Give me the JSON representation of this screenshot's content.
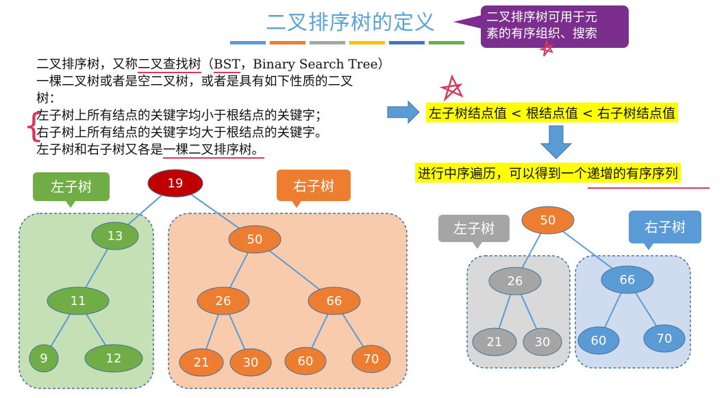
{
  "title": "二叉排序树的定义",
  "callout": {
    "line1": "二叉排序树可用于元",
    "line2": "素的有序组织、搜索"
  },
  "definition": {
    "l1_a": "二叉排序树，又称",
    "l1_b": "二叉查找树",
    "l1_c": "（",
    "l1_d": "BST",
    "l1_e": "，Binary Search Tree）",
    "l2": "一棵二叉树或者是空二叉树，或者是具有如下性质的二叉",
    "l3": "树：",
    "l4": "左子树上所有结点的关键字均小于根结点的关键字；",
    "l5": "右子树上所有结点的关键字均大于根结点的关键字。",
    "l6_a": "左子树和右子树又各是",
    "l6_b": "一棵二叉排序树。"
  },
  "rule": "左子树结点值 < 根结点值 < 右子树结点值",
  "inorder_note": "进行中序遍历，可以得到一个递增的有序序列",
  "left_tree": {
    "left_tag": "左子树",
    "right_tag": "右子树",
    "nodes": [
      "19",
      "13",
      "11",
      "9",
      "12",
      "50",
      "26",
      "66",
      "21",
      "30",
      "60",
      "70"
    ]
  },
  "right_tree": {
    "left_tag": "左子树",
    "right_tag": "右子树",
    "nodes": [
      "50",
      "26",
      "21",
      "30",
      "66",
      "60",
      "70"
    ]
  },
  "colors": {
    "title": "#5aa3d6",
    "callout": "#7c2e8e",
    "root_red": "#c00000",
    "green": "#70ad47",
    "orange": "#ed7d31",
    "gray": "#a5a5a5",
    "blue": "#5b9bd5",
    "accent_red": "#d9385b",
    "highlight": "#ffff00",
    "bars": [
      "#5b9bd5",
      "#ed7d31",
      "#a5a5a5",
      "#ffc000",
      "#4472c4",
      "#70ad47"
    ]
  }
}
